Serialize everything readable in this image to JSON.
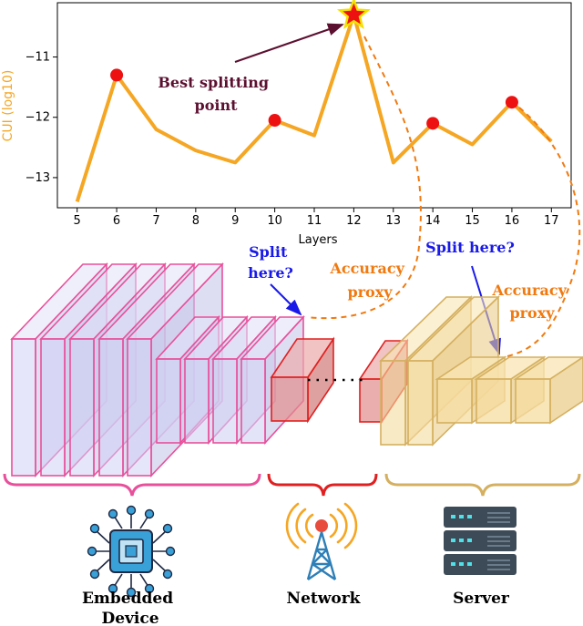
{
  "chart_data": {
    "type": "line",
    "xlabel": "Layers",
    "ylabel": "CUI (log10)",
    "x": [
      5,
      6,
      7,
      8,
      9,
      10,
      11,
      12,
      13,
      14,
      15,
      16,
      17
    ],
    "series": [
      {
        "values": [
          -13.4,
          -11.3,
          -12.2,
          -12.55,
          -12.75,
          -12.05,
          -12.3,
          -10.3,
          -12.75,
          -12.1,
          -12.45,
          -11.75,
          -12.4
        ]
      }
    ],
    "highlighted_x": [
      6,
      10,
      14,
      16
    ],
    "best_x": 12,
    "xlim": [
      4.5,
      17.5
    ],
    "ylim": [
      -13.5,
      -10.1
    ],
    "xticks": [
      "5",
      "6",
      "7",
      "8",
      "9",
      "10",
      "11",
      "12",
      "13",
      "14",
      "15",
      "16",
      "17"
    ],
    "yticks": [
      "−11",
      "−12",
      "−13"
    ],
    "ytick_values": [
      -11,
      -12,
      -13
    ],
    "line_color": "#f5a623",
    "marker_color": "#ee1111",
    "star_color": "#ee1111",
    "star_edge_color": "#f5e000",
    "grid": false
  },
  "annotations": {
    "best_point": "Best splitting\npoint",
    "split_here_1": "Split\nhere?",
    "split_here_2": "Split here?",
    "accuracy_proxy_1": "Accuracy\nproxy",
    "accuracy_proxy_2": "Accuracy\nproxy"
  },
  "sections": {
    "embedded": "Embedded\nDevice",
    "network": "Network",
    "server": "Server"
  },
  "colors": {
    "embedded": "#e8509b",
    "network": "#e02020",
    "server": "#d4b060",
    "annotation_blue": "#1a1ae8",
    "annotation_orange": "#f07a10",
    "best_label": "#5c1030"
  },
  "icons": {
    "embedded": "chip-icon",
    "network": "antenna-tower-icon",
    "server": "server-rack-icon"
  }
}
